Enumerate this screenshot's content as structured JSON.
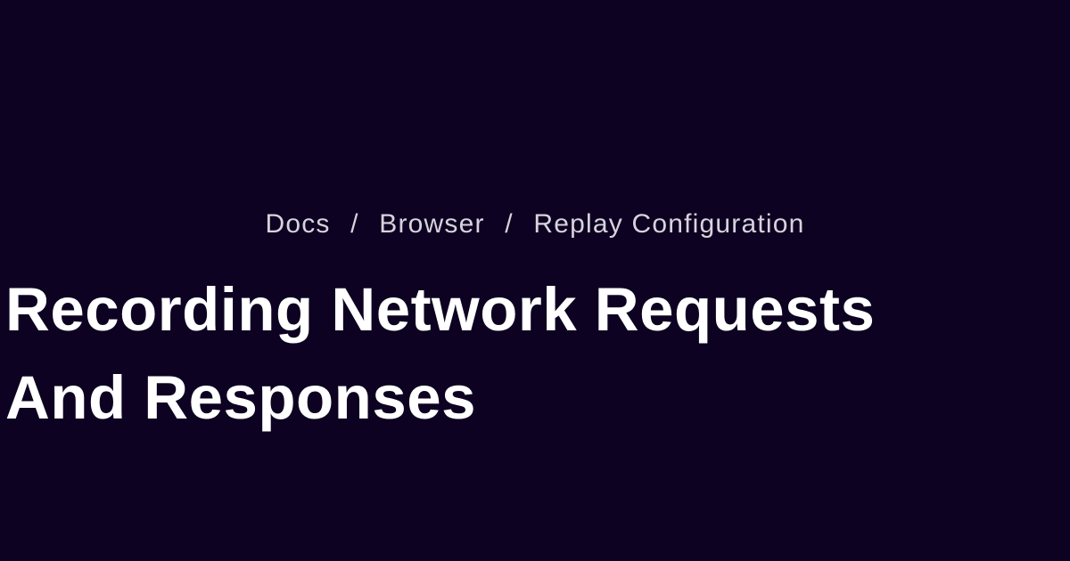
{
  "card": {
    "background_color": "#0d0221",
    "breadcrumb": {
      "separator": "/",
      "text_color": "#d7d3dd",
      "items": [
        {
          "label": "Docs"
        },
        {
          "label": "Browser"
        },
        {
          "label": "Replay Configuration"
        }
      ]
    },
    "title": {
      "text": "Recording Network Requests And Responses",
      "text_color": "#ffffff",
      "lines": [
        "Recording Network Requests",
        "And Responses"
      ]
    }
  }
}
